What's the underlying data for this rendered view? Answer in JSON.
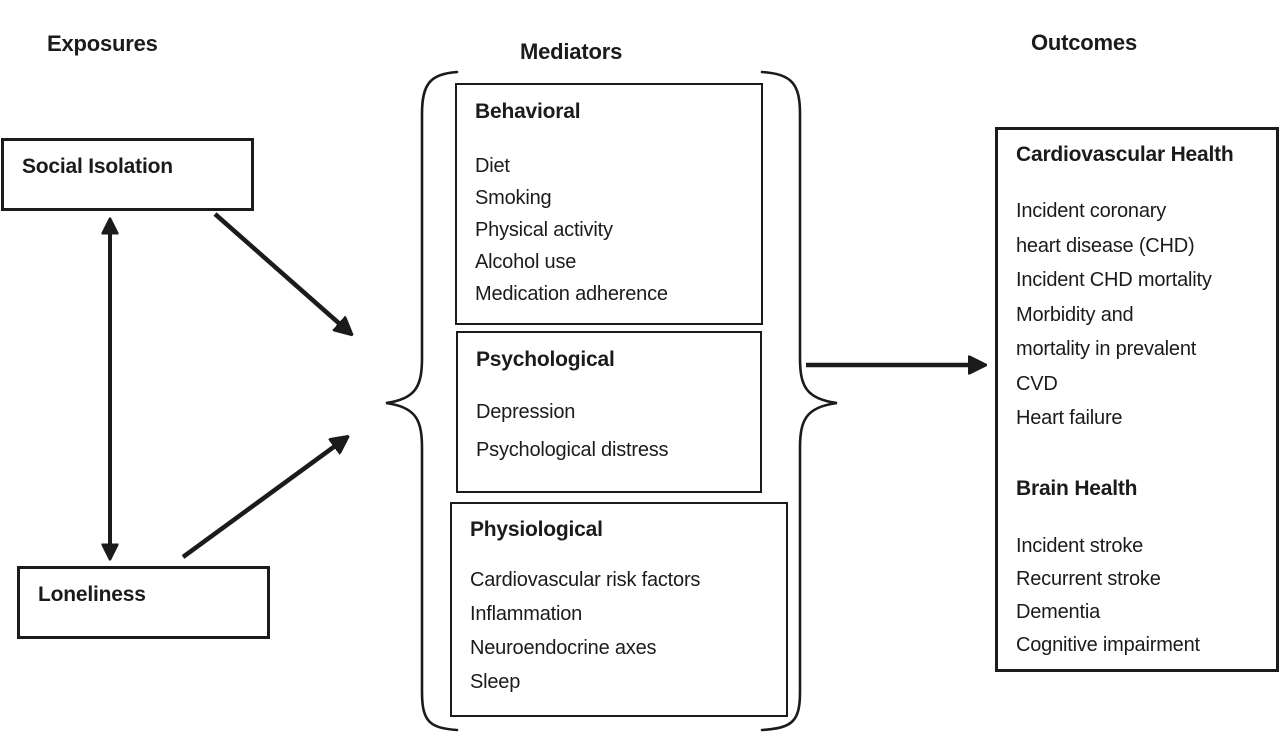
{
  "figure": {
    "type": "conceptual-model-diagram",
    "colors": {
      "ink": "#1b1b1b",
      "background": "#ffffff"
    }
  },
  "columns": {
    "exposures": {
      "heading": "Exposures",
      "boxes": [
        {
          "label": "Social Isolation"
        },
        {
          "label": "Loneliness"
        }
      ]
    },
    "mediators": {
      "heading": "Mediators",
      "boxes": [
        {
          "title": "Behavioral",
          "items": [
            "Diet",
            "Smoking",
            "Physical activity",
            "Alcohol use",
            "Medication adherence"
          ]
        },
        {
          "title": "Psychological",
          "items": [
            "Depression",
            "Psychological distress"
          ]
        },
        {
          "title": "Physiological",
          "items": [
            "Cardiovascular risk factors",
            "Inflammation",
            "Neuroendocrine axes",
            "Sleep"
          ]
        }
      ]
    },
    "outcomes": {
      "heading": "Outcomes",
      "sections": [
        {
          "title": "Cardiovascular Health",
          "lines": [
            "Incident coronary",
            "heart disease (CHD)",
            "Incident CHD mortality",
            "Morbidity and",
            "mortality in prevalent",
            "CVD",
            "Heart failure"
          ]
        },
        {
          "title": "Brain Health",
          "lines": [
            "Incident stroke",
            "Recurrent stroke",
            "Dementia",
            "Cognitive impairment"
          ]
        }
      ]
    }
  },
  "connections": {
    "isolation_loneliness": "bidirectional arrow between Social Isolation and Loneliness",
    "isolation_to_mediators": "arrow from Social Isolation to mediators brace",
    "loneliness_to_mediators": "arrow from Loneliness to mediators brace",
    "mediators_to_outcomes": "arrow from mediators brace to Outcomes box"
  }
}
